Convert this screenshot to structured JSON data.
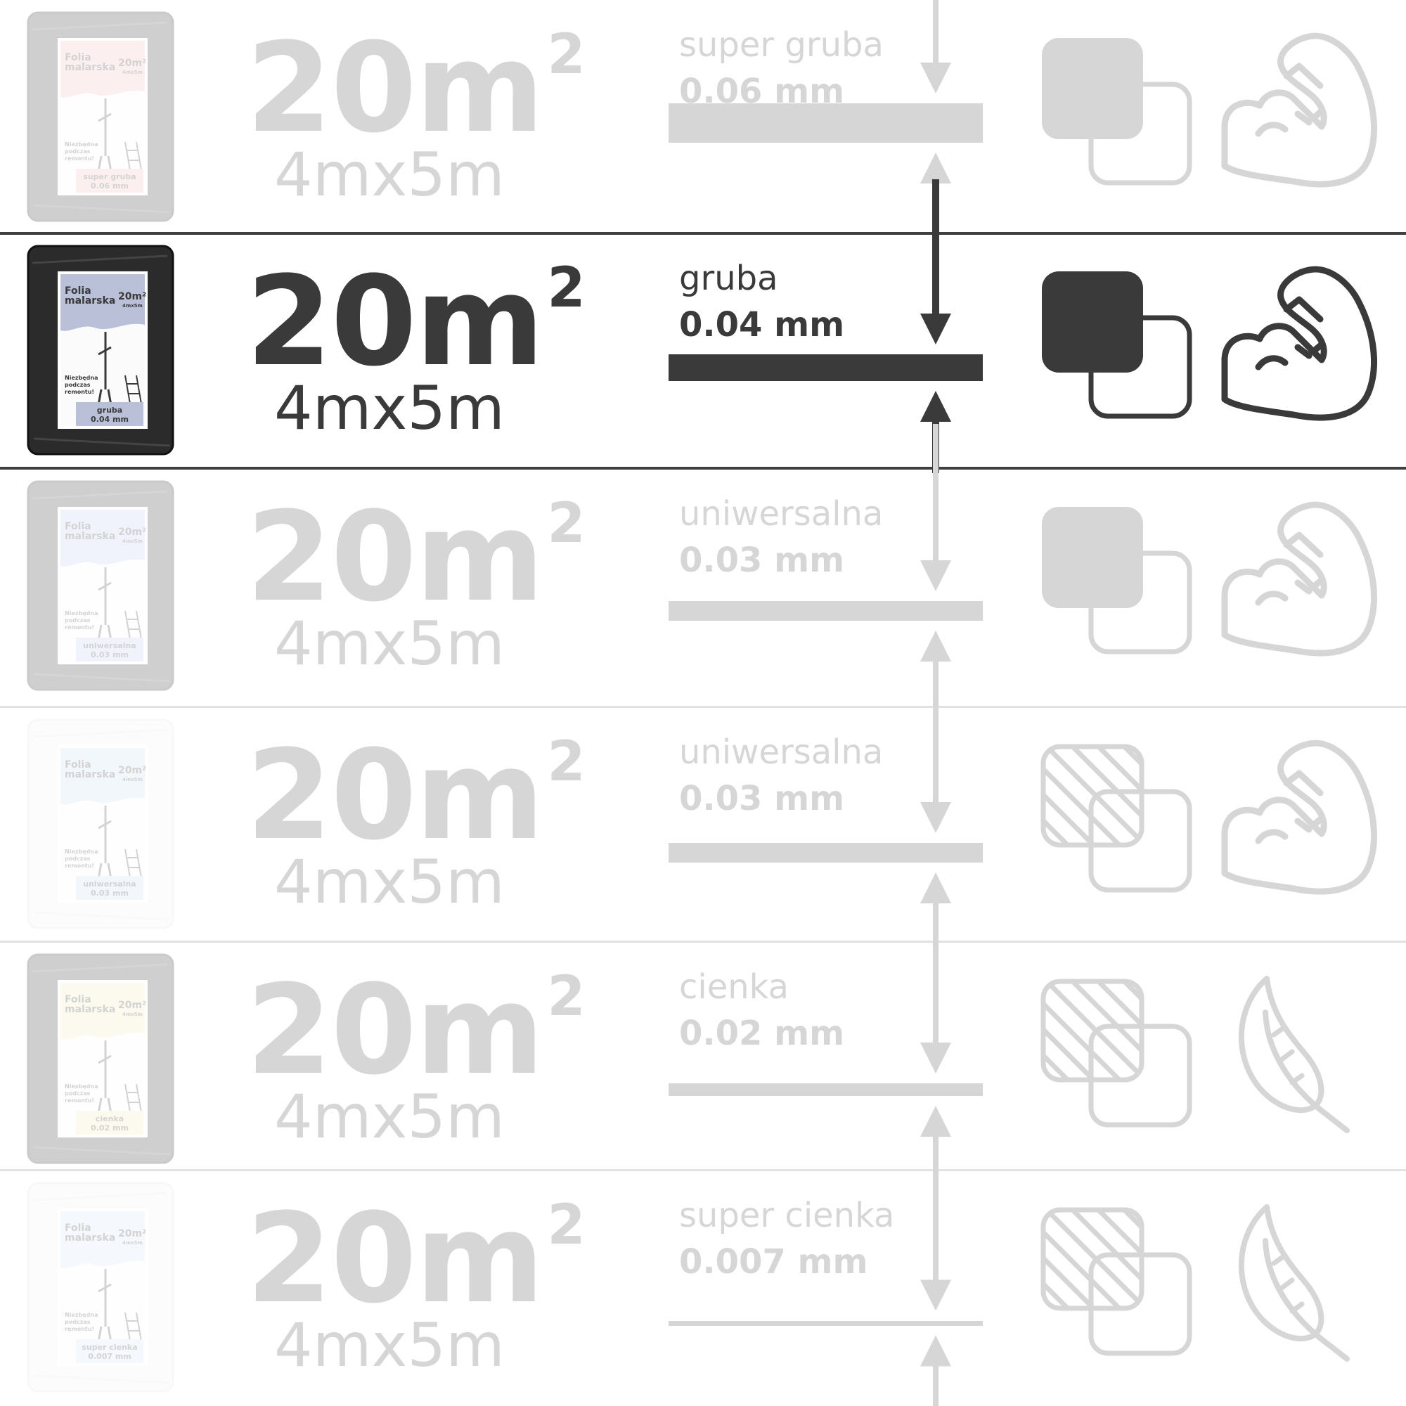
{
  "colors": {
    "active": "#3a3a3a",
    "inactive": "#d6d6d6",
    "separator": "#e2e2e2"
  },
  "rows": [
    {
      "area": "20m",
      "area_sup": "2",
      "dims": "4mx5m",
      "type": "super gruba",
      "thickness": "0.06 mm",
      "bar_thickness_level": 1.0,
      "layer_style": "solid-square-icon",
      "strength_icon": "flexed-arm-icon",
      "pack": {
        "title_line1": "Folia",
        "title_line2": "malarska",
        "area": "20m²",
        "dims": "4mx5m",
        "note": [
          "Niezbędna",
          "podczas",
          "remontu!"
        ],
        "label": [
          "super gruba",
          "0.06 mm"
        ],
        "color": "#f4b9bd",
        "base": "dark"
      }
    },
    {
      "area": "20m",
      "area_sup": "2",
      "dims": "4mx5m",
      "type": "gruba",
      "thickness": "0.04 mm",
      "bar_thickness_level": 0.67,
      "layer_style": "solid-square-icon",
      "strength_icon": "flexed-arm-icon",
      "pack": {
        "title_line1": "Folia",
        "title_line2": "malarska",
        "area": "20m²",
        "dims": "4mx5m",
        "note": [
          "Niezbędna",
          "podczas",
          "remontu!"
        ],
        "label": [
          "gruba",
          "0.04 mm"
        ],
        "color": "#b9c0d8",
        "base": "dark"
      }
    },
    {
      "area": "20m",
      "area_sup": "2",
      "dims": "4mx5m",
      "type": "uniwersalna",
      "thickness": "0.03 mm",
      "bar_thickness_level": 0.5,
      "layer_style": "solid-square-icon",
      "strength_icon": "flexed-arm-icon",
      "pack": {
        "title_line1": "Folia",
        "title_line2": "malarska",
        "area": "20m²",
        "dims": "4mx5m",
        "note": [
          "Niezbędna",
          "podczas",
          "remontu!"
        ],
        "label": [
          "uniwersalna",
          "0.03 mm"
        ],
        "color": "#c4cdf2",
        "base": "dark"
      }
    },
    {
      "area": "20m",
      "area_sup": "2",
      "dims": "4mx5m",
      "type": "uniwersalna",
      "thickness": "0.03 mm",
      "bar_thickness_level": 0.5,
      "layer_style": "hatched-square-icon",
      "strength_icon": "flexed-arm-icon",
      "pack": {
        "title_line1": "Folia",
        "title_line2": "malarska",
        "area": "20m²",
        "dims": "4mx5m",
        "note": [
          "Niezbędna",
          "podczas",
          "remontu!"
        ],
        "label": [
          "uniwersalna",
          "0.03 mm"
        ],
        "color": "#c9def5",
        "base": "light"
      }
    },
    {
      "area": "20m",
      "area_sup": "2",
      "dims": "4mx5m",
      "type": "cienka",
      "thickness": "0.02 mm",
      "bar_thickness_level": 0.33,
      "layer_style": "hatched-square-icon",
      "strength_icon": "feather-icon",
      "pack": {
        "title_line1": "Folia",
        "title_line2": "malarska",
        "area": "20m²",
        "dims": "4mx5m",
        "note": [
          "Niezbędna",
          "podczas",
          "remontu!"
        ],
        "label": [
          "cienka",
          "0.02 mm"
        ],
        "color": "#f4edb5",
        "base": "dark"
      }
    },
    {
      "area": "20m",
      "area_sup": "2",
      "dims": "4mx5m",
      "type": "super cienka",
      "thickness": "0.007 mm",
      "bar_thickness_level": 0.12,
      "layer_style": "hatched-square-icon",
      "strength_icon": "feather-icon",
      "pack": {
        "title_line1": "Folia",
        "title_line2": "malarska",
        "area": "20m²",
        "dims": "4mx5m",
        "note": [
          "Niezbędna",
          "podczas",
          "remontu!"
        ],
        "label": [
          "super cienka",
          "0.007 mm"
        ],
        "color": "#d6e6f7",
        "base": "light"
      }
    }
  ],
  "active_row": 1
}
